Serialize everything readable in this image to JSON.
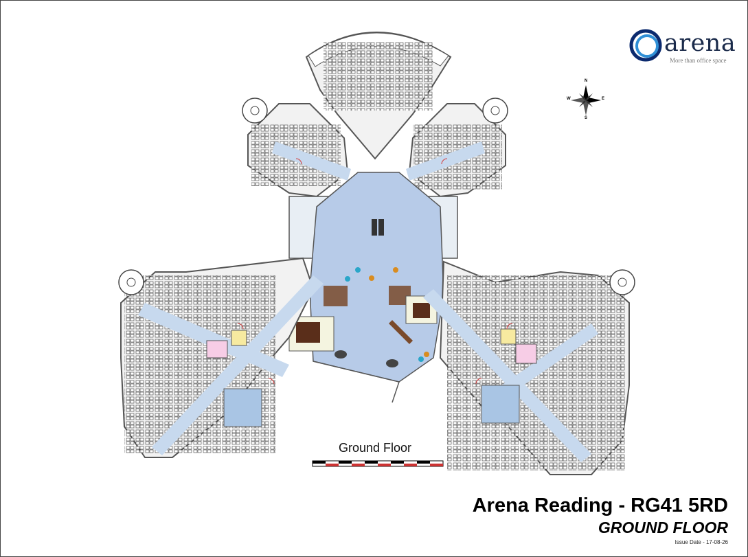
{
  "logo": {
    "word": "arena",
    "tagline": "More than office space",
    "brand_colors": [
      "#0b2a6e",
      "#2f8fd6",
      "#1a2a4a"
    ]
  },
  "compass": {
    "north": "N",
    "south": "S",
    "east": "E",
    "west": "W"
  },
  "scale_bar": {
    "label": "Ground Floor"
  },
  "title_block": {
    "title": "Arena Reading - RG41 5RD",
    "subtitle": "GROUND FLOOR",
    "issue_date": "Issue Date - 17-08-26"
  },
  "colors": {
    "corridor": "#c7d9ee",
    "atrium": "#b7cbe8",
    "room_fill": "#f2f2f2",
    "wall": "#555555",
    "kitchen": "#f7eaa0",
    "wc": "#f7cde6",
    "stair": "#a9c5e4",
    "door": "#d23b3b"
  },
  "icons": [
    "compass-rose-icon",
    "arena-logo-icon",
    "spiral-stair-icon"
  ]
}
